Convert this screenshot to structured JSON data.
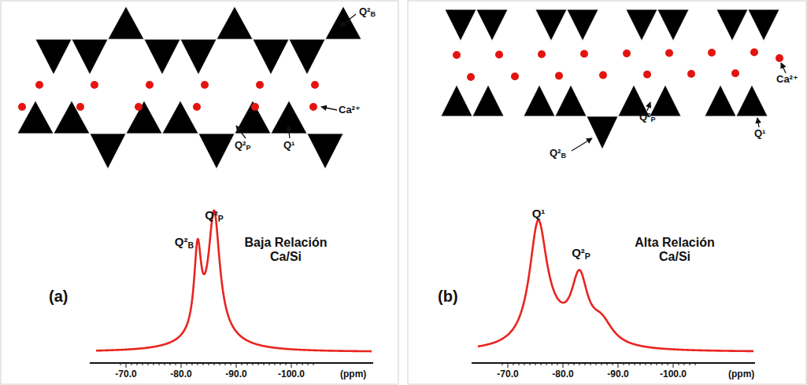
{
  "diagram": {
    "labels": [
      "Q²B",
      "Ca²⁺",
      "Q²P",
      "Q¹",
      "Q²B",
      "Q²P",
      "Baja Relación Ca/Si",
      "(a)",
      "-70.0",
      "-80.0",
      "-90.0",
      "-100.0",
      "(ppm)",
      "Ca²⁺",
      "Q²B",
      "Q²P",
      "Q¹",
      "Q¹",
      "Q²P",
      "Alta Relación Ca/Si",
      "(b)",
      "-70.0",
      "-80.0",
      "-90.0",
      "-100.0",
      "(ppm)"
    ]
  }
}
